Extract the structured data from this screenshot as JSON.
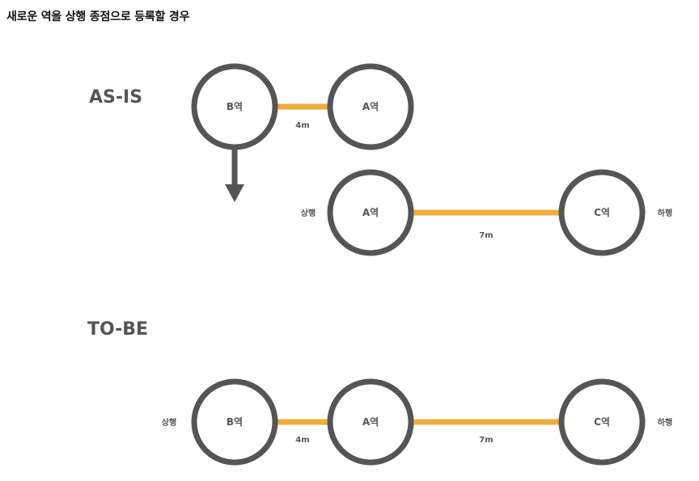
{
  "title": "새로운 역을 상행 종점으로 등록할 경우",
  "as_is": {
    "label": "AS-IS",
    "stations": {
      "b": "B역",
      "a_top": "A역",
      "a_bottom": "A역",
      "c": "C역"
    },
    "distances": {
      "b_a": "4m",
      "a_c": "7m"
    },
    "directions": {
      "up": "상행",
      "down": "하행"
    }
  },
  "to_be": {
    "label": "TO-BE",
    "stations": {
      "b": "B역",
      "a": "A역",
      "c": "C역"
    },
    "distances": {
      "b_a": "4m",
      "a_c": "7m"
    },
    "directions": {
      "up": "상행",
      "down": "하행"
    }
  },
  "colors": {
    "line": "#f0ad3c",
    "station_stroke": "#555555",
    "text": "#555555"
  }
}
